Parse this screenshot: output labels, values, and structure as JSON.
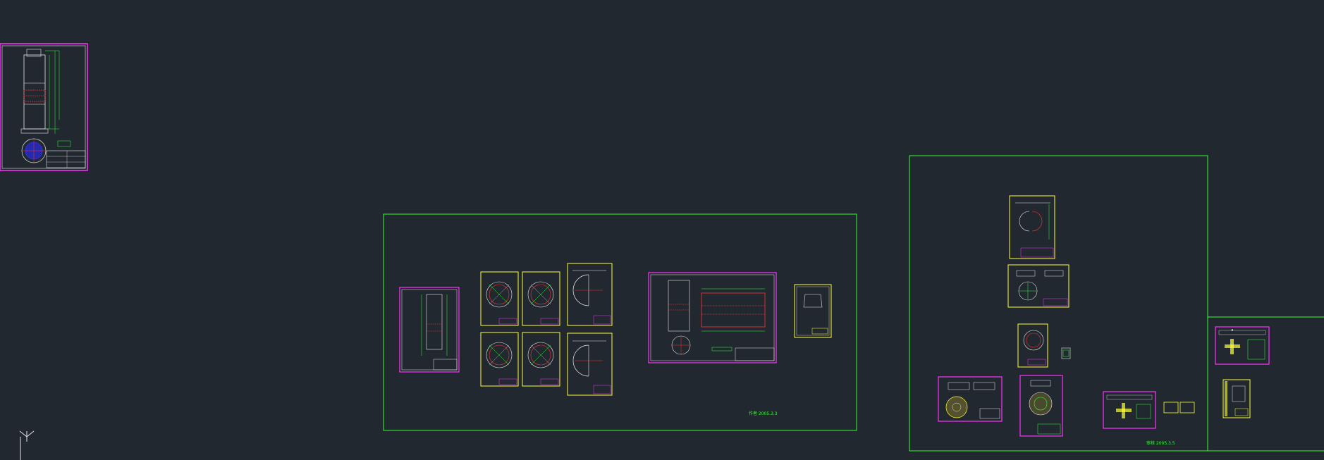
{
  "window": {
    "title": "CAD model space view",
    "background": "#212830"
  },
  "colors": {
    "magenta": "#ff33ff",
    "yellow": "#ffff33",
    "green": "#33ff33",
    "red": "#ff3333",
    "white": "#e6e6e6",
    "blue": "#3333ff",
    "cyan": "#33ffff"
  },
  "annotations": {
    "group_a_date": "2005.3.3",
    "group_b_date": "2005.3.5"
  },
  "ucs": {
    "axis_label": "Y",
    "icon": "ucs-icon"
  }
}
